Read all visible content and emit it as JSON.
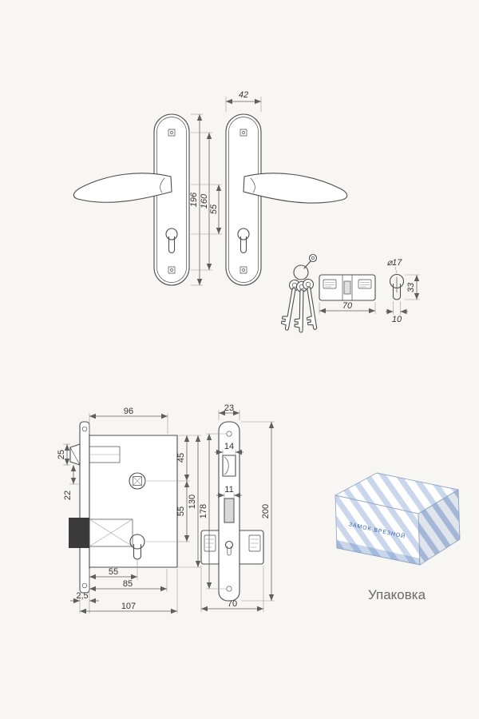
{
  "colors": {
    "line": "#4d4d4d",
    "dim_text": "#333333",
    "accent_blue": "#3f6fb5",
    "background": "#f7f6f3"
  },
  "handles_view": {
    "dims": {
      "plate_width": "42",
      "plate_height": "196",
      "screw_spacing": "160",
      "handle_to_keyhole": "55"
    }
  },
  "cylinder_view": {
    "dims": {
      "length": "70",
      "height": "33",
      "profile_width": "10",
      "diameter": "⌀17"
    }
  },
  "lock_body_view": {
    "dims": {
      "width_top": "96",
      "latch_height": "25",
      "offset_22": "22",
      "backset_55": "55",
      "offset_85": "85",
      "faceplate_thickness": "2,5",
      "depth_total": "107",
      "top_to_follower": "45",
      "follower_to_cylinder": "55",
      "body_height": "130"
    }
  },
  "faceplate_view": {
    "dims": {
      "plate_width": "23",
      "latch_width": "14",
      "bolt_width": "11",
      "screw_spacing": "178",
      "plate_height": "200",
      "case_depth": "70"
    }
  },
  "package": {
    "box_text": "ЗАМОК ВРЕЗНОЙ",
    "caption": "Упаковка"
  }
}
